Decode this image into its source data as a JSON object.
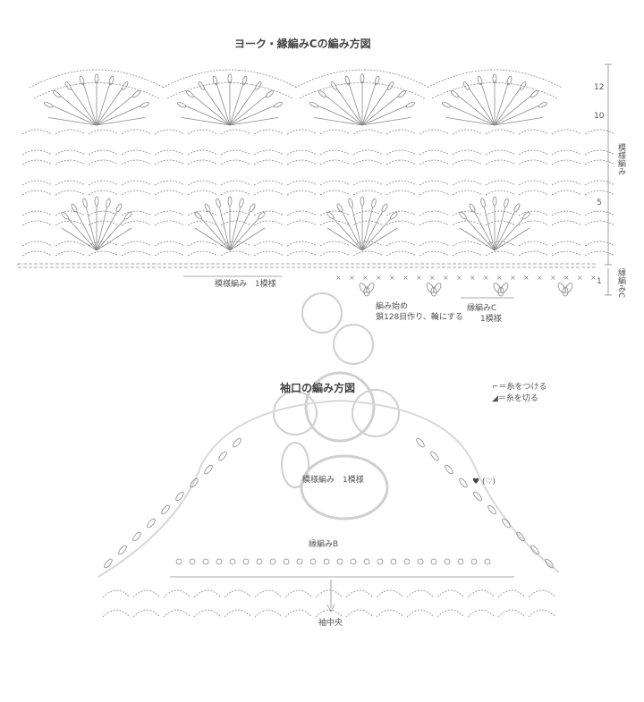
{
  "yoke": {
    "title": "ヨーク・縁編みCの編み方図",
    "pattern_label": "模様編み　1模様",
    "start_note_1": "編み始め",
    "start_note_2": "鎖128目作り、輪にする",
    "edge_c_label_1": "縁編みC",
    "edge_c_label_2": "1模様",
    "side_label_pattern": "模様編み",
    "side_label_edge": "縁編みC",
    "row_numbers": [
      "12",
      "10",
      "5",
      "1"
    ]
  },
  "cuff": {
    "title": "袖口の編み方図",
    "legend_attach": "＝糸をつける",
    "legend_cut": "＝糸を切る",
    "pattern_label": "模様編み　1模様",
    "edge_b_label": "縁編みB",
    "center_label": "袖中央",
    "heart_note": "(♡)"
  },
  "colors": {
    "stitch": "#8a8a8a",
    "ink": "#555555",
    "watermark": "#cfcfcf"
  }
}
